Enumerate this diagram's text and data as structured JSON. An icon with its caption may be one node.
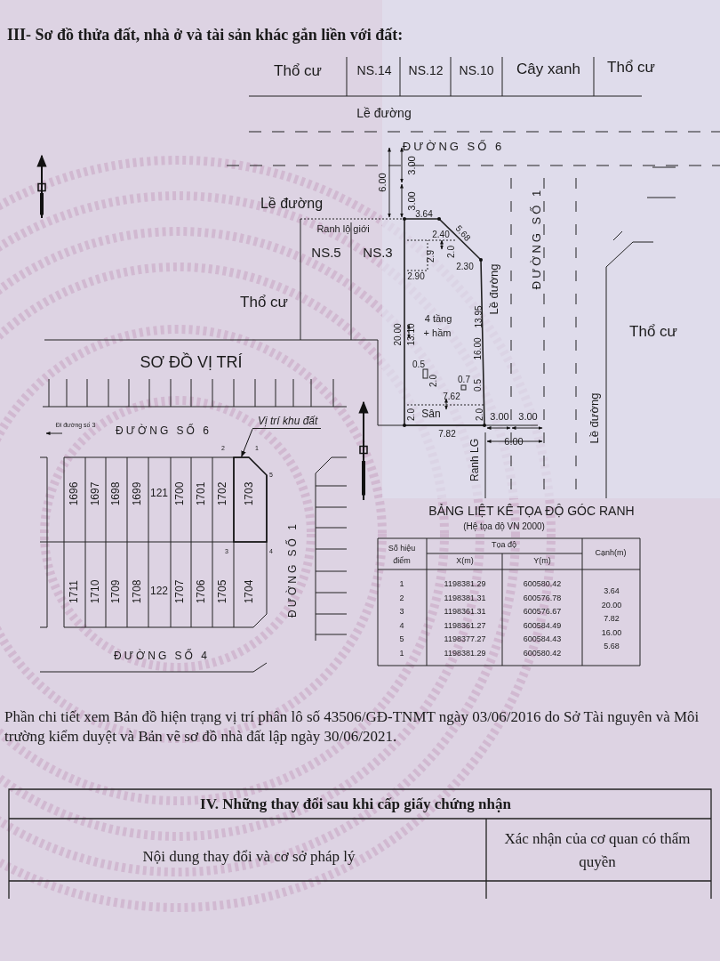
{
  "diagram": {
    "title": "III- Sơ đồ thửa đất, nhà ở và tài sản khác gắn liền với đất:",
    "nodes": [
      {
        "text": [
          "Vị trí khu đất"
        ]
      },
      {
        "text": [],
        "shape": "box"
      }
    ],
    "edges": [
      {
        "from": 0,
        "to": 1,
        "arrow": "to"
      }
    ],
    "labels": [
      "Thổ cư",
      "NS.14",
      "NS.12",
      "NS.10",
      "Cây xanh",
      "Thổ cư",
      "Lề đường",
      "ĐƯỜNG SỐ 6",
      "6.00",
      "3.00",
      "3.00",
      "Lề đường",
      "3.64",
      "5.68",
      "Ranh lộ giới",
      "2.40",
      "NS.5",
      "NS.3",
      "2.9",
      "2.0",
      "2.30",
      "ĐƯỜNG SỐ 1",
      "Lề đường",
      "2.90",
      "Thổ cư",
      "20.00",
      "13.10",
      "4 tầng",
      "+ hầm",
      "13.95",
      "16.00",
      "Thổ cư",
      "0.5",
      "2.0",
      "0.7",
      "0.5",
      "7.62",
      "Sân",
      "2.0",
      "2.0",
      "3.00",
      "3.00",
      "7.82",
      "Ranh LG",
      "6.00",
      "Lề đường",
      "SƠ ĐỒ VỊ TRÍ",
      "Đi đường số 3",
      "ĐƯỜNG SỐ 6",
      "2",
      "1",
      "5",
      "1696",
      "1697",
      "1698",
      "1699",
      "121",
      "1700",
      "1701",
      "1702",
      "1703",
      "3",
      "4",
      "ĐƯỜNG SỐ 1",
      "1711",
      "1710",
      "1709",
      "1708",
      "122",
      "1707",
      "1706",
      "1705",
      "1704",
      "ĐƯỜNG SỐ 4",
      "BẢNG LIỆT KÊ TỌA ĐỘ GÓC RANH",
      "(Hệ tọa độ VN 2000)",
      "Số hiệu điểm",
      "Tọa độ",
      "Cạnh(m)",
      "X(m)",
      "Y(m)",
      "1",
      "1198381.29",
      "600580.42",
      "3.64",
      "2",
      "1198381.31",
      "600576.78",
      "20.00",
      "3",
      "1198361.31",
      "600576.67",
      "7.82",
      "4",
      "1198361.27",
      "600584.49",
      "16.00",
      "5",
      "1198377.27",
      "600584.43",
      "5.68",
      "1",
      "1198381.29",
      "600580.42",
      "Phần chi tiết xem Bản đồ hiện trạng vị trí phân lô số 43506/GĐ-TNMT ngày 03/06/2016 do Sở Tài nguyên và Môi trường kiểm duyệt và Bản vẽ sơ đồ nhà đất lập ngày 30/06/2021.",
      "IV. Những thay đổi sau khi cấp giấy chứng nhận",
      "Nội dung thay đổi và cơ sở pháp lý",
      "Xác nhận của cơ quan có thẩm quyền"
    ]
  }
}
